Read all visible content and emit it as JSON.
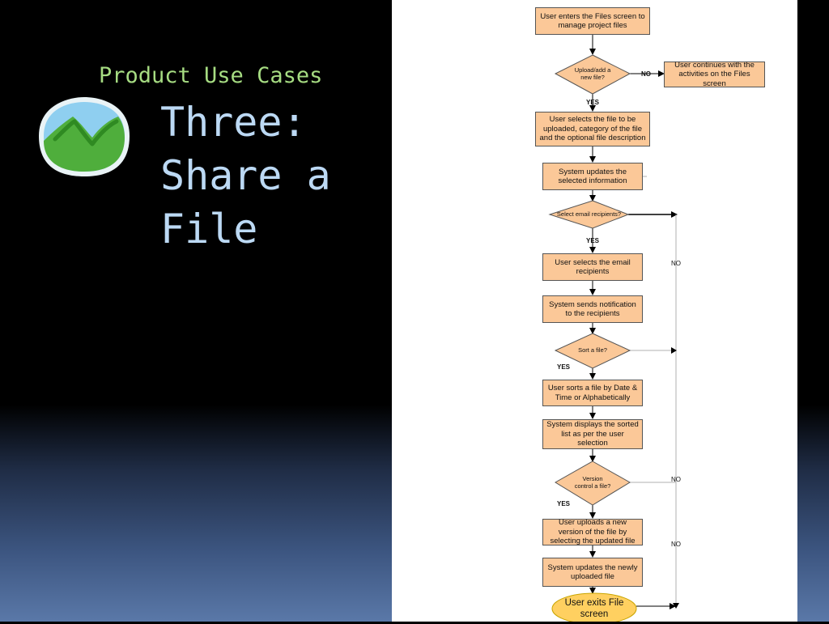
{
  "slide": {
    "subtitle": "Product Use Cases",
    "title_lines": [
      "Three:",
      "Share a",
      "File"
    ]
  },
  "logo": {
    "icon": "basecamp-mountain-logo",
    "colors": {
      "outer": "#e9f3f6",
      "inner": "#8fcff0",
      "mountain": "#4fae3c"
    }
  },
  "flowchart": {
    "colors": {
      "box_fill": "#fbc898",
      "terminal_fill": "#ffd060",
      "line": "#000000",
      "connector": "#b0b0b0"
    },
    "nodes": {
      "enter": "User enters the Files screen to manage project files",
      "q_upload": "Upload/add a new file?",
      "continue": "User continues with the activities on the Files screen",
      "select_file": "User selects the file to be uploaded, category of the file and the optional file description",
      "sys_update": "System updates the selected information",
      "q_email": "Select email recipients?",
      "select_recipients": "User selects the email recipients",
      "send_notification": "System sends notification to the recipients",
      "q_sort": "Sort a file?",
      "sort_file": "User sorts a file by Date & Time or Alphabetically",
      "sys_sorted": "System displays the sorted list as per the user selection",
      "q_version": "Version control a file?",
      "upload_version": "User uploads a new version of the file by selecting the updated file",
      "sys_newly": "System updates the newly uploaded file",
      "exit": "User exits File screen"
    },
    "labels": {
      "no_upload": "NO",
      "yes_upload": "YES",
      "yes_email": "YES",
      "no_email": "NO",
      "yes_sort": "YES",
      "yes_version": "YES",
      "no_version": "NO",
      "no_bottom": "NO"
    }
  }
}
